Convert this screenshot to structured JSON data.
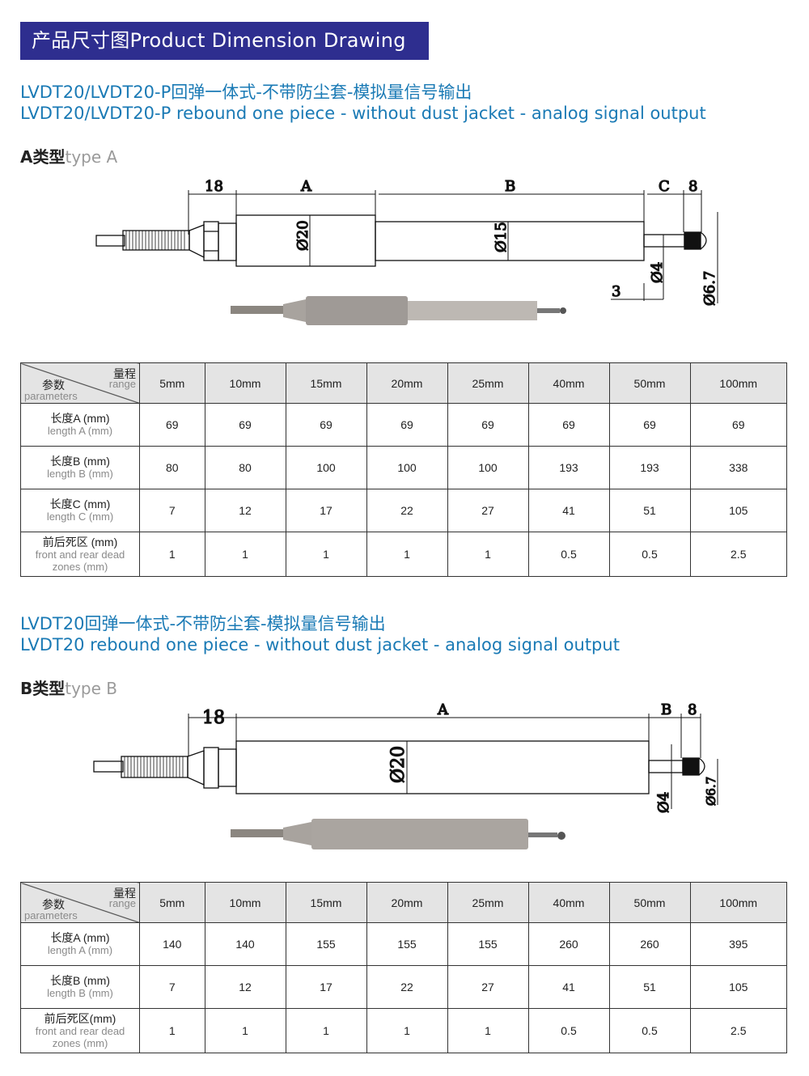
{
  "banner": "产品尺寸图Product Dimension Drawing",
  "sections": [
    {
      "title_cn": "LVDT20/LVDT20-P回弹一体式-不带防尘套-模拟量信号输出",
      "title_en": "LVDT20/LVDT20-P rebound one piece - without dust jacket - analog signal output",
      "type_cn": "A类型",
      "type_en": "type A",
      "drawing_labels": {
        "d18": "18",
        "a": "A",
        "b": "B",
        "c": "C",
        "d8": "8",
        "dia20": "Ø20",
        "dia15": "Ø15",
        "dia4": "Ø4",
        "dia67": "Ø6.7",
        "d3": "3"
      },
      "table": {
        "corner": {
          "range_cn": "量程",
          "range_en": "range",
          "param_cn": "参数",
          "param_en": "parameters"
        },
        "columns": [
          "5mm",
          "10mm",
          "15mm",
          "20mm",
          "25mm",
          "40mm",
          "50mm",
          "100mm"
        ],
        "rows": [
          {
            "cn": "长度A (mm)",
            "en": "length A (mm)",
            "values": [
              "69",
              "69",
              "69",
              "69",
              "69",
              "69",
              "69",
              "69"
            ]
          },
          {
            "cn": "长度B (mm)",
            "en": "length B (mm)",
            "values": [
              "80",
              "80",
              "100",
              "100",
              "100",
              "193",
              "193",
              "338"
            ]
          },
          {
            "cn": "长度C (mm)",
            "en": "length C (mm)",
            "values": [
              "7",
              "12",
              "17",
              "22",
              "27",
              "41",
              "51",
              "105"
            ]
          },
          {
            "cn": "前后死区 (mm)",
            "en": "front and rear dead zones (mm)",
            "values": [
              "1",
              "1",
              "1",
              "1",
              "1",
              "0.5",
              "0.5",
              "2.5"
            ]
          }
        ]
      }
    },
    {
      "title_cn": "LVDT20回弹一体式-不带防尘套-模拟量信号输出",
      "title_en": "LVDT20 rebound one piece - without dust jacket - analog signal output",
      "type_cn": "B类型",
      "type_en": "type B",
      "drawing_labels": {
        "d18": "18",
        "a": "A",
        "b": "B",
        "d8": "8",
        "dia20": "Ø20",
        "dia4": "Ø4",
        "dia67": "Ø6.7"
      },
      "table": {
        "corner": {
          "range_cn": "量程",
          "range_en": "range",
          "param_cn": "参数",
          "param_en": "parameters"
        },
        "columns": [
          "5mm",
          "10mm",
          "15mm",
          "20mm",
          "25mm",
          "40mm",
          "50mm",
          "100mm"
        ],
        "rows": [
          {
            "cn": "长度A (mm)",
            "en": "length A (mm)",
            "values": [
              "140",
              "140",
              "155",
              "155",
              "155",
              "260",
              "260",
              "395"
            ]
          },
          {
            "cn": "长度B (mm)",
            "en": "length B (mm)",
            "values": [
              "7",
              "12",
              "17",
              "22",
              "27",
              "41",
              "51",
              "105"
            ]
          },
          {
            "cn": "前后死区(mm)",
            "en": "front and rear dead zones (mm)",
            "values": [
              "1",
              "1",
              "1",
              "1",
              "1",
              "0.5",
              "0.5",
              "2.5"
            ]
          }
        ]
      }
    }
  ]
}
